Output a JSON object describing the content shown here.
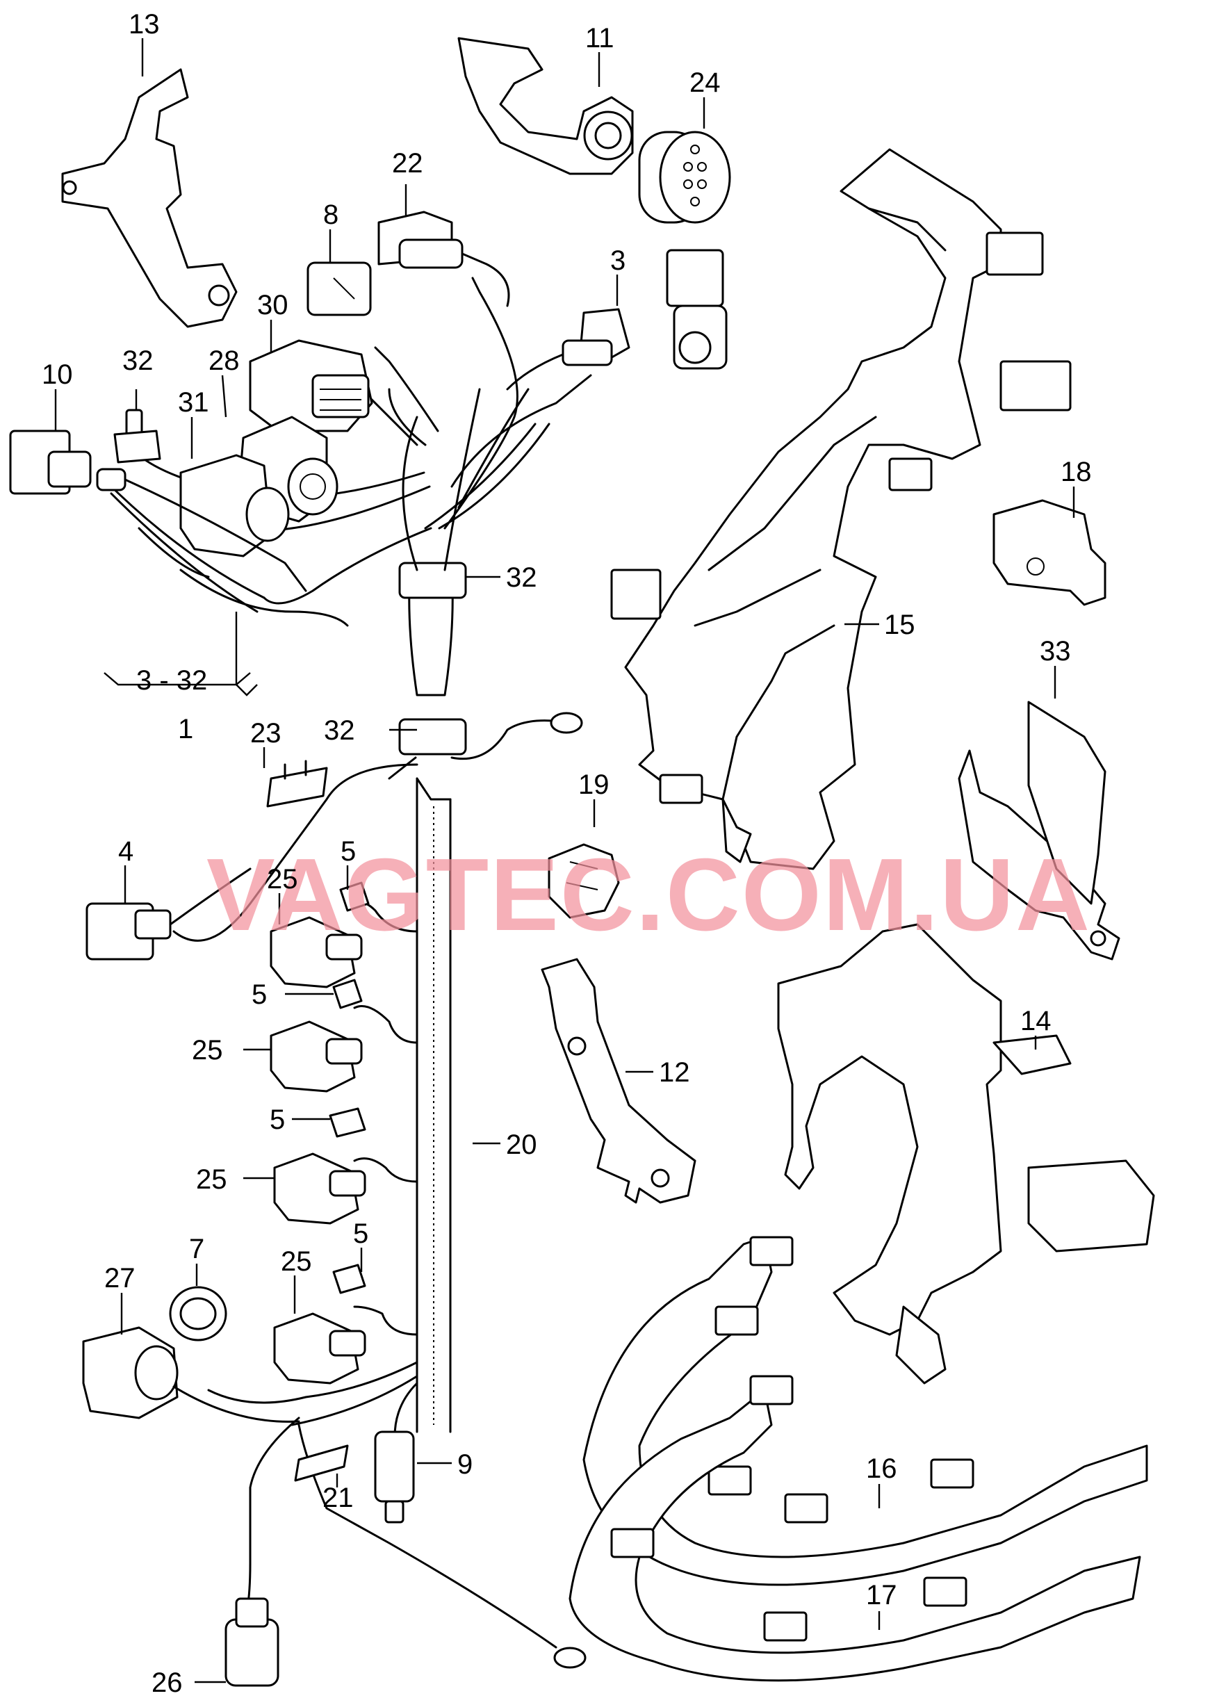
{
  "watermark": "VAGTEC.COM.UA",
  "labels": {
    "p1": "1",
    "p3": "3",
    "p4": "4",
    "p5a": "5",
    "p5b": "5",
    "p5c": "5",
    "p5d": "5",
    "p7": "7",
    "p8": "8",
    "p9": "9",
    "p10": "10",
    "p11": "11",
    "p12": "12",
    "p13": "13",
    "p14": "14",
    "p15": "15",
    "p16": "16",
    "p17": "17",
    "p18": "18",
    "p19": "19",
    "p20": "20",
    "p21": "21",
    "p22": "22",
    "p23": "23",
    "p24": "24",
    "p25a": "25",
    "p25b": "25",
    "p25c": "25",
    "p25d": "25",
    "p26": "26",
    "p27": "27",
    "p28": "28",
    "p30": "30",
    "p31": "31",
    "p32a": "32",
    "p32b": "32",
    "p32c": "32",
    "p33": "33",
    "range": "3 - 32"
  }
}
